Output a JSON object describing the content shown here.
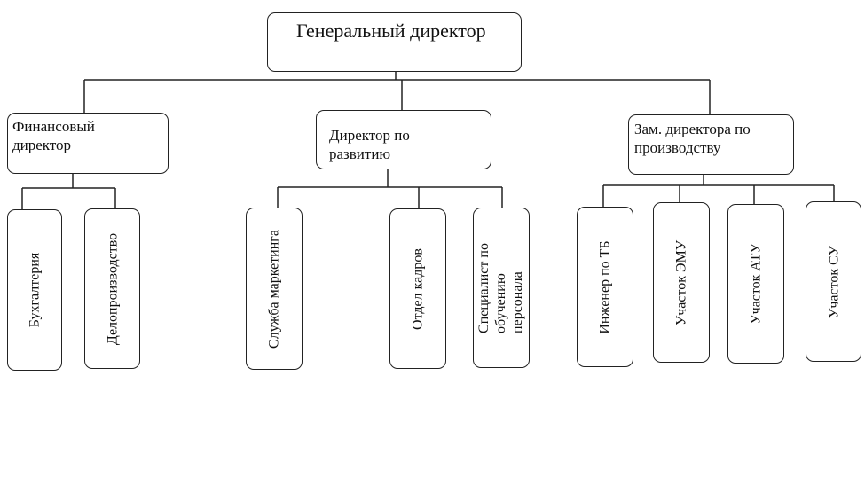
{
  "top": {
    "label": "Генеральный директор"
  },
  "level2": [
    {
      "id": "fin",
      "lines": [
        "Финансовый",
        "директор"
      ]
    },
    {
      "id": "dev",
      "lines": [
        "Директор по",
        "развитию"
      ]
    },
    {
      "id": "prod",
      "lines": [
        "Зам. директора по",
        "производству"
      ]
    }
  ],
  "units": {
    "fin": [
      {
        "lines": [
          "Бухгалтерия"
        ]
      },
      {
        "lines": [
          "Делопроизводство"
        ]
      }
    ],
    "dev": [
      {
        "lines": [
          "Служба маркетинга"
        ]
      },
      {
        "lines": [
          "Отдел кадров"
        ]
      },
      {
        "lines": [
          "Специалист по",
          "обучению",
          "персонала"
        ]
      }
    ],
    "prod": [
      {
        "lines": [
          "Инженер по ТБ"
        ]
      },
      {
        "lines": [
          "Участок ЭМУ"
        ]
      },
      {
        "lines": [
          "Участок АТУ"
        ]
      },
      {
        "lines": [
          "Участок СУ"
        ]
      }
    ]
  }
}
